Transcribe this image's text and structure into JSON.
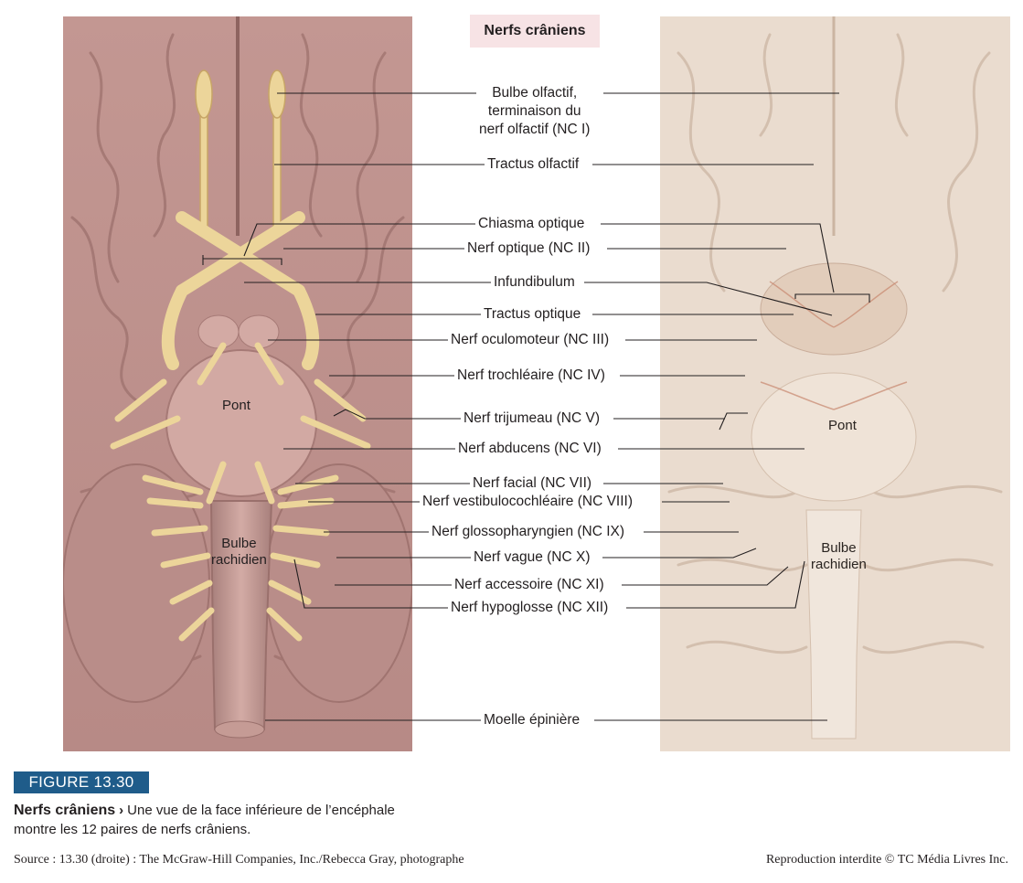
{
  "figure_title": "Nerfs crâniens",
  "labels": [
    {
      "id": "olfactory-bulb",
      "lines": [
        "Bulbe olfactif,",
        "terminaison du",
        "nerf olfactif (NC I)"
      ]
    },
    {
      "id": "olfactory-tract",
      "text": "Tractus olfactif"
    },
    {
      "id": "optic-chiasm",
      "text": "Chiasma optique"
    },
    {
      "id": "optic-nerve",
      "text": "Nerf optique (NC II)"
    },
    {
      "id": "infundibulum",
      "text": "Infundibulum"
    },
    {
      "id": "optic-tract",
      "text": "Tractus optique"
    },
    {
      "id": "oculomotor",
      "text": "Nerf oculomoteur (NC III)"
    },
    {
      "id": "trochlear",
      "text": "Nerf trochléaire (NC IV)"
    },
    {
      "id": "trigeminal",
      "text": "Nerf trijumeau (NC V)"
    },
    {
      "id": "abducens",
      "text": "Nerf abducens (NC VI)"
    },
    {
      "id": "facial",
      "text": "Nerf facial (NC VII)"
    },
    {
      "id": "vestibulocochlear",
      "text": "Nerf vestibulocochléaire (NC VIII)"
    },
    {
      "id": "glossopharyngeal",
      "text": "Nerf glossopharyngien (NC IX)"
    },
    {
      "id": "vagus",
      "text": "Nerf vague (NC X)"
    },
    {
      "id": "accessory",
      "text": "Nerf accessoire (NC XI)"
    },
    {
      "id": "hypoglossal",
      "text": "Nerf hypoglosse (NC XII)"
    },
    {
      "id": "spinal-cord",
      "text": "Moelle épinière"
    }
  ],
  "regions": {
    "left": {
      "pons": "Pont",
      "medulla": [
        "Bulbe",
        "rachidien"
      ]
    },
    "right": {
      "pons": "Pont",
      "medulla": [
        "Bulbe",
        "rachidien"
      ]
    }
  },
  "figure_number": "FIGURE 13.30",
  "caption": {
    "title": "Nerfs crâniens",
    "arrow": "›",
    "line1": "Une vue de la face inférieure de l’encéphale",
    "line2": "montre les 12 paires de nerfs crâniens."
  },
  "source": "Source : 13.30 (droite) : The McGraw-Hill Companies, Inc./Rebecca Gray, photographe",
  "copyright": "Reproduction interdite © TC Média Livres Inc.",
  "colors": {
    "title_box_bg": "#f7e3e5",
    "figure_number_bg": "#1f5c8a",
    "illustration_tissue": "#c79a94",
    "nerve_yellow": "#eed79a",
    "photo_tissue": "#eadccf"
  }
}
